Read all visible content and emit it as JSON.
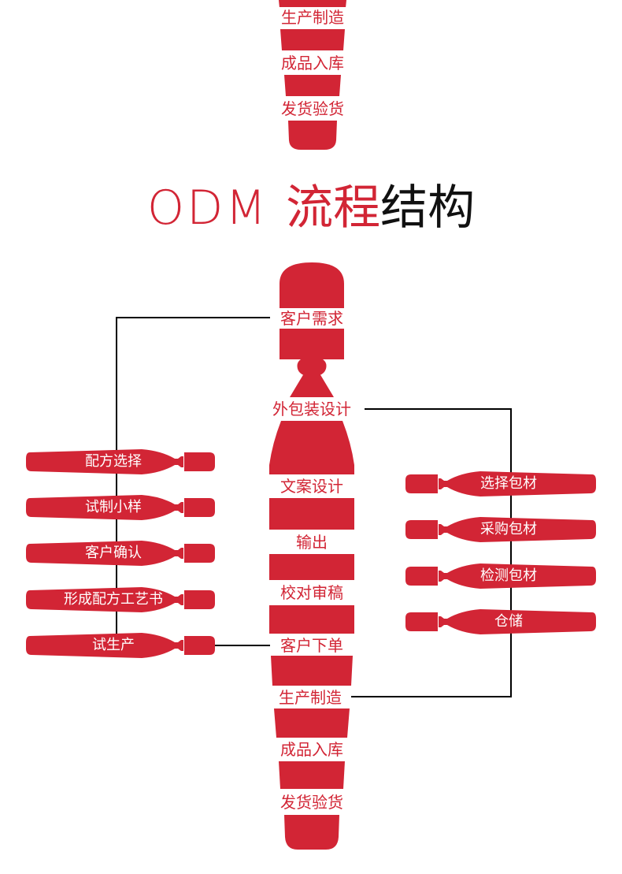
{
  "colors": {
    "accent": "#d22535",
    "line": "#000000",
    "title_dark": "#111111"
  },
  "top_bottle": {
    "labels": [
      "生产制造",
      "成品入库",
      "发货验货"
    ]
  },
  "title": {
    "part1": "ODM ",
    "part2": "流程",
    "part3": "结构"
  },
  "main_bottle": {
    "steps": [
      "客户需求",
      "外包装设计",
      "文案设计",
      "输出",
      "校对审稿",
      "客户下单",
      "生产制造",
      "成品入库",
      "发货验货"
    ]
  },
  "left_branch": {
    "items": [
      "配方选择",
      "试制小样",
      "客户确认",
      "形成配方工艺书",
      "试生产"
    ]
  },
  "right_branch": {
    "items": [
      "选择包材",
      "采购包材",
      "检测包材",
      "仓储"
    ]
  }
}
